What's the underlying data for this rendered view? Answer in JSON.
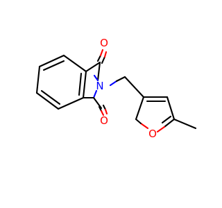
{
  "molecule": {
    "atoms": {
      "O1": {
        "label": "O",
        "color": "#ff0000"
      },
      "N": {
        "label": "N",
        "color": "#0000ff"
      },
      "O2": {
        "label": "O",
        "color": "#ff0000"
      },
      "O3": {
        "label": "O",
        "color": "#ff0000"
      }
    }
  }
}
